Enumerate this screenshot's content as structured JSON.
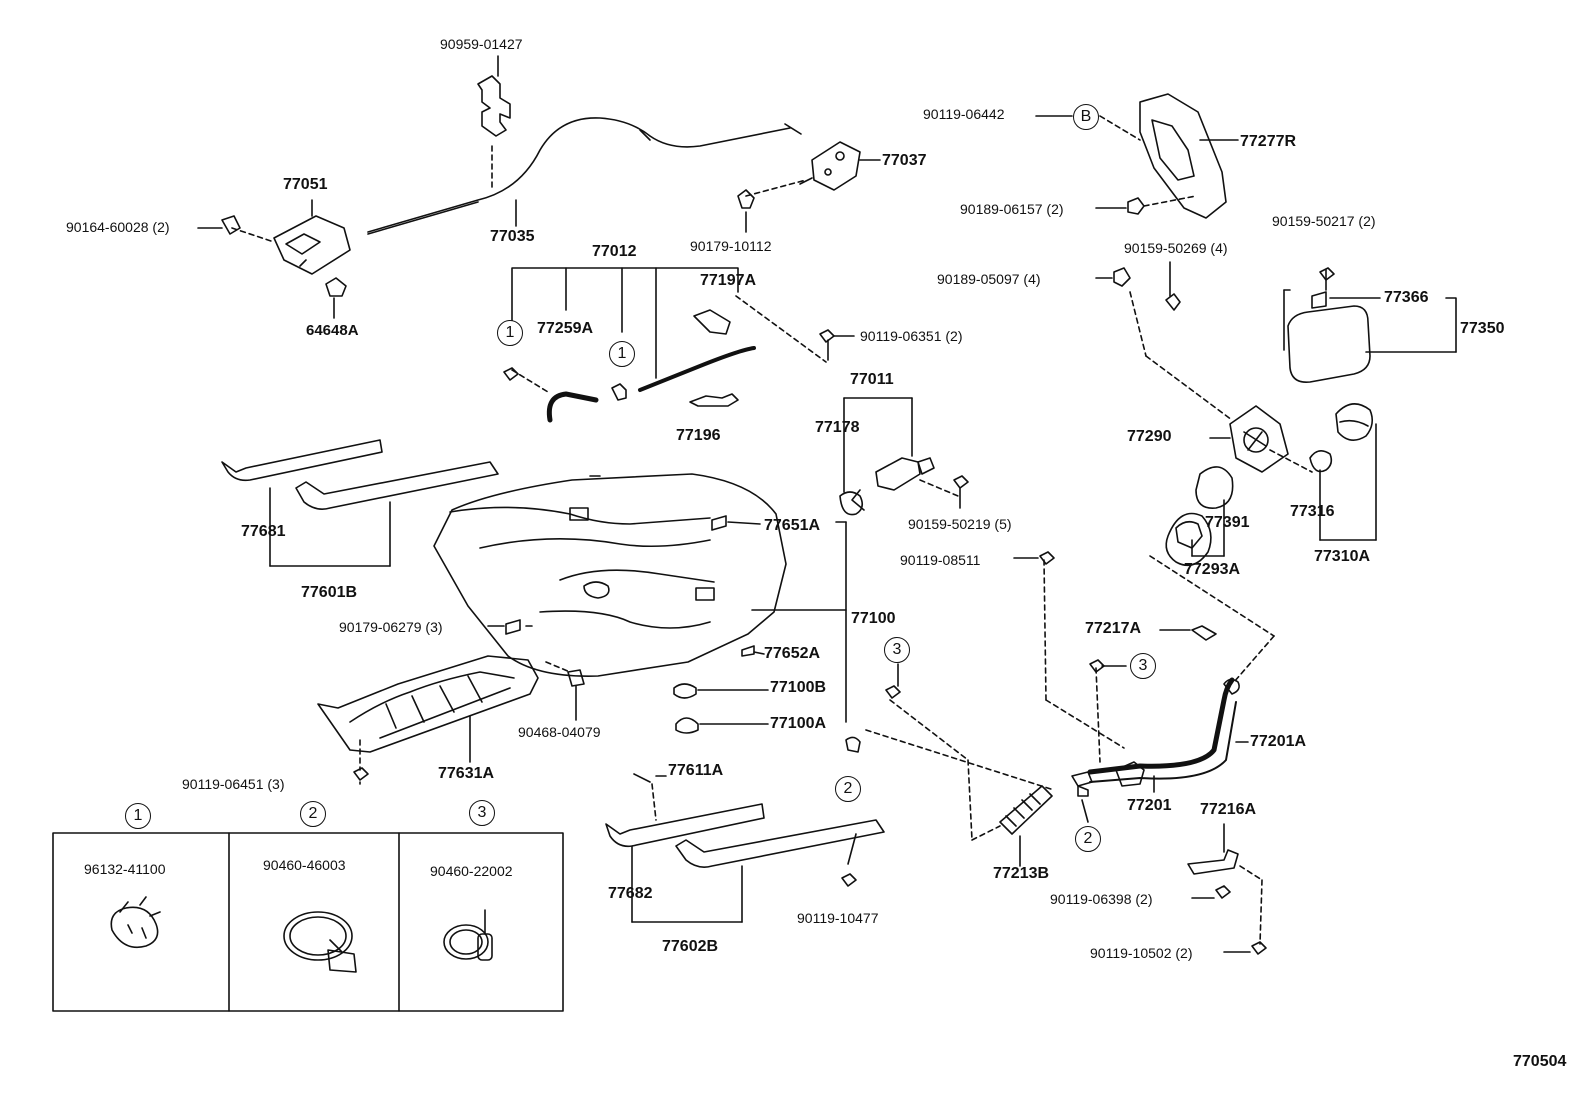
{
  "labels": {
    "p90959_01427": "90959-01427",
    "p77051": "77051",
    "p90164_60028": "90164-60028 (2)",
    "p64648A": "64648A",
    "p77035": "77035",
    "p77037": "77037",
    "p90179_10112": "90179-10112",
    "p77012": "77012",
    "p77197A": "77197A",
    "p77259A": "77259A",
    "p90119_06351": "90119-06351 (2)",
    "p77196": "77196",
    "p90119_06442": "90119-06442",
    "p77277R": "77277R",
    "p90189_06157": "90189-06157 (2)",
    "p90159_50217": "90159-50217 (2)",
    "p90159_50269": "90159-50269 (4)",
    "p90189_05097": "90189-05097 (4)",
    "p77366": "77366",
    "p77350": "77350",
    "p77011": "77011",
    "p77178": "77178",
    "p90159_50219": "90159-50219 (5)",
    "p77290": "77290",
    "p77391": "77391",
    "p77316": "77316",
    "p77293A": "77293A",
    "p77310A": "77310A",
    "p90119_08511": "90119-08511",
    "p77681": "77681",
    "p77601B": "77601B",
    "p77651A": "77651A",
    "p77100": "77100",
    "p90179_06279": "90179-06279 (3)",
    "p77652A": "77652A",
    "p77217A": "77217A",
    "p77100B": "77100B",
    "p77100A": "77100A",
    "p90468_04079": "90468-04079",
    "p77631A": "77631A",
    "p90119_06451": "90119-06451 (3)",
    "p77201A": "77201A",
    "p77611A": "77611A",
    "p77201": "77201",
    "p77216A": "77216A",
    "p77213B": "77213B",
    "p77682": "77682",
    "p77602B": "77602B",
    "p90119_10477": "90119-10477",
    "p90119_06398": "90119-06398 (2)",
    "p90119_10502": "90119-10502 (2)",
    "p96132_41100": "96132-41100",
    "p90460_46003": "90460-46003",
    "p90460_22002": "90460-22002",
    "figure_code": "770504"
  },
  "markers": {
    "one": "1",
    "two": "2",
    "three": "3",
    "b": "B"
  },
  "colors": {
    "ink": "#111111",
    "paper": "#ffffff"
  }
}
